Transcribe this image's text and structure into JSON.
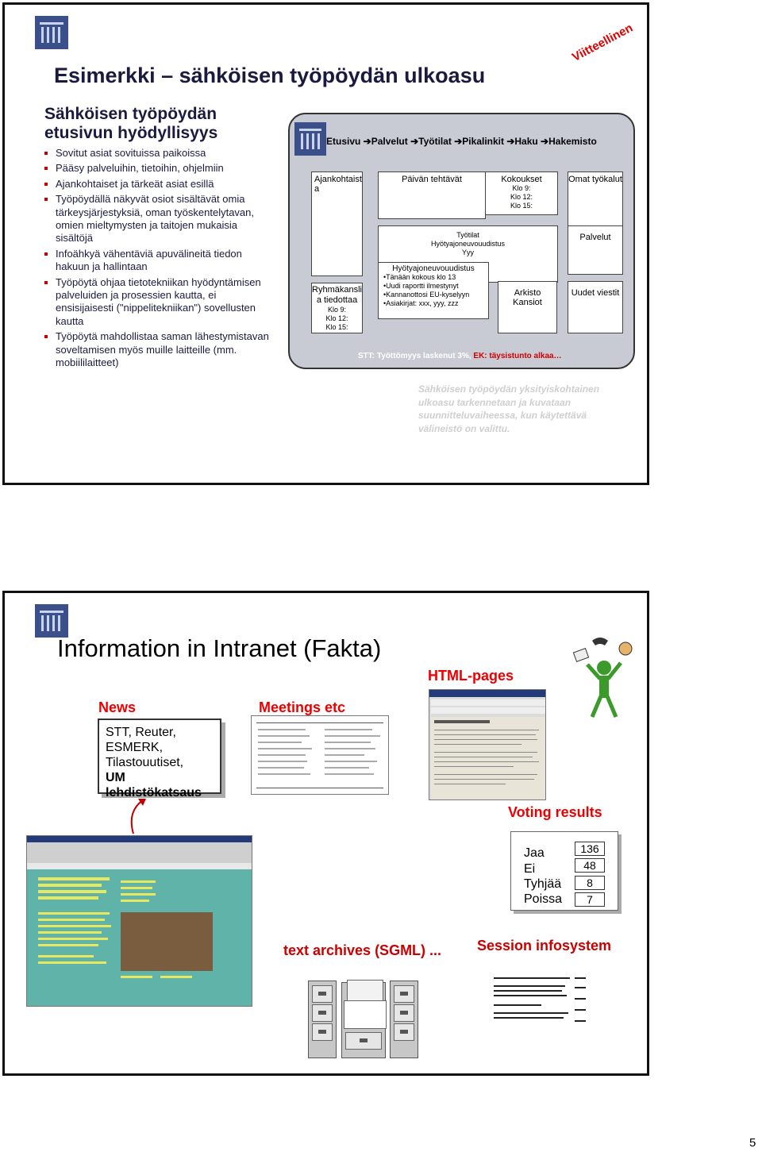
{
  "slide1": {
    "title": "Esimerkki – sähköisen työpöydän ulkoasu",
    "stamp": "Viitteellinen",
    "subtitle_line1": "Sähköisen työpöydän",
    "subtitle_line2": "etusivun hyödyllisyys",
    "bullets": [
      "Sovitut asiat sovituissa paikoissa",
      "Pääsy palveluihin, tietoihin, ohjelmiin",
      "Ajankohtaiset ja tärkeät asiat esillä",
      "Työpöydällä näkyvät osiot sisältävät omia tärkeysjärjestyksiä, oman työskentelytavan, omien mieltymysten ja taitojen mukaisia sisältöjä",
      "Infoähkyä vähentäviä apuvälineitä tiedon hakuun ja hallintaan",
      "Työpöytä ohjaa tietotekniikan hyödyntämisen palveluiden ja prosessien kautta, ei ensisijaisesti (\"nippelitekniikan\") sovellusten kautta",
      "Työpöytä mahdollistaa saman lähestymistavan soveltamisen myös muille laitteille (mm. mobiililaitteet)"
    ],
    "mockup": {
      "nav": "Etusivu ➔Palvelut ➔Työtilat ➔Pikalinkit ➔Haku ➔Hakemisto",
      "ajankohtaista": "Ajankohtaist a",
      "paivan_tehtavat": "Päivän tehtävät",
      "kokoukset": "Kokoukset",
      "klo": [
        "Klo 9:",
        "Klo 12:",
        "Klo 15:"
      ],
      "omat_tyokalut": "Omat työkalut",
      "tyotilat": "Työtilat",
      "hyotyajo1": "Hyötyajoneuvouudistus",
      "yyy": "Yyy",
      "palvelut": "Palvelut",
      "hyotyajo2": "Hyötyajoneuvouudistus",
      "items": [
        "•Tänään kokous klo 13",
        "•Uudi raportti ilmestynyt",
        "•Kannanottosi EU-kyselyyn",
        "•Asiakirjat: xxx, yyy, zzz"
      ],
      "ryhmakansli": "Ryhmäkansli a tiedottaa",
      "arkisto": "Arkisto",
      "kansiot": "Kansiot",
      "uudet_viestit": "Uudet viestit",
      "ticker1": "STT: Työttömyys laskenut 3%,",
      "ticker2": " EK: täysistunto alkaa…"
    },
    "note": "Sähköisen työpöydän yksityiskohtainen ulkoasu tarkennetaan ja kuvataan suunnitteluvaiheessa, kun käytettävä välineistö on valittu."
  },
  "slide2": {
    "title": "Information in Intranet (Fakta)",
    "html_pages": "HTML-pages",
    "news": "News",
    "meetings": "Meetings etc",
    "sources": [
      "STT, Reuter,",
      "ESMERK,",
      "Tilastouutiset,",
      "UM lehdistökatsaus"
    ],
    "voting_results": "Voting results",
    "votes": [
      {
        "label": "Jaa",
        "value": "136"
      },
      {
        "label": "Ei",
        "value": "48"
      },
      {
        "label": "Tyhjää",
        "value": "8"
      },
      {
        "label": "Poissa",
        "value": "7"
      }
    ],
    "text_archives": "text archives (SGML) ...",
    "session": "Session infosystem"
  },
  "page_number": "5"
}
